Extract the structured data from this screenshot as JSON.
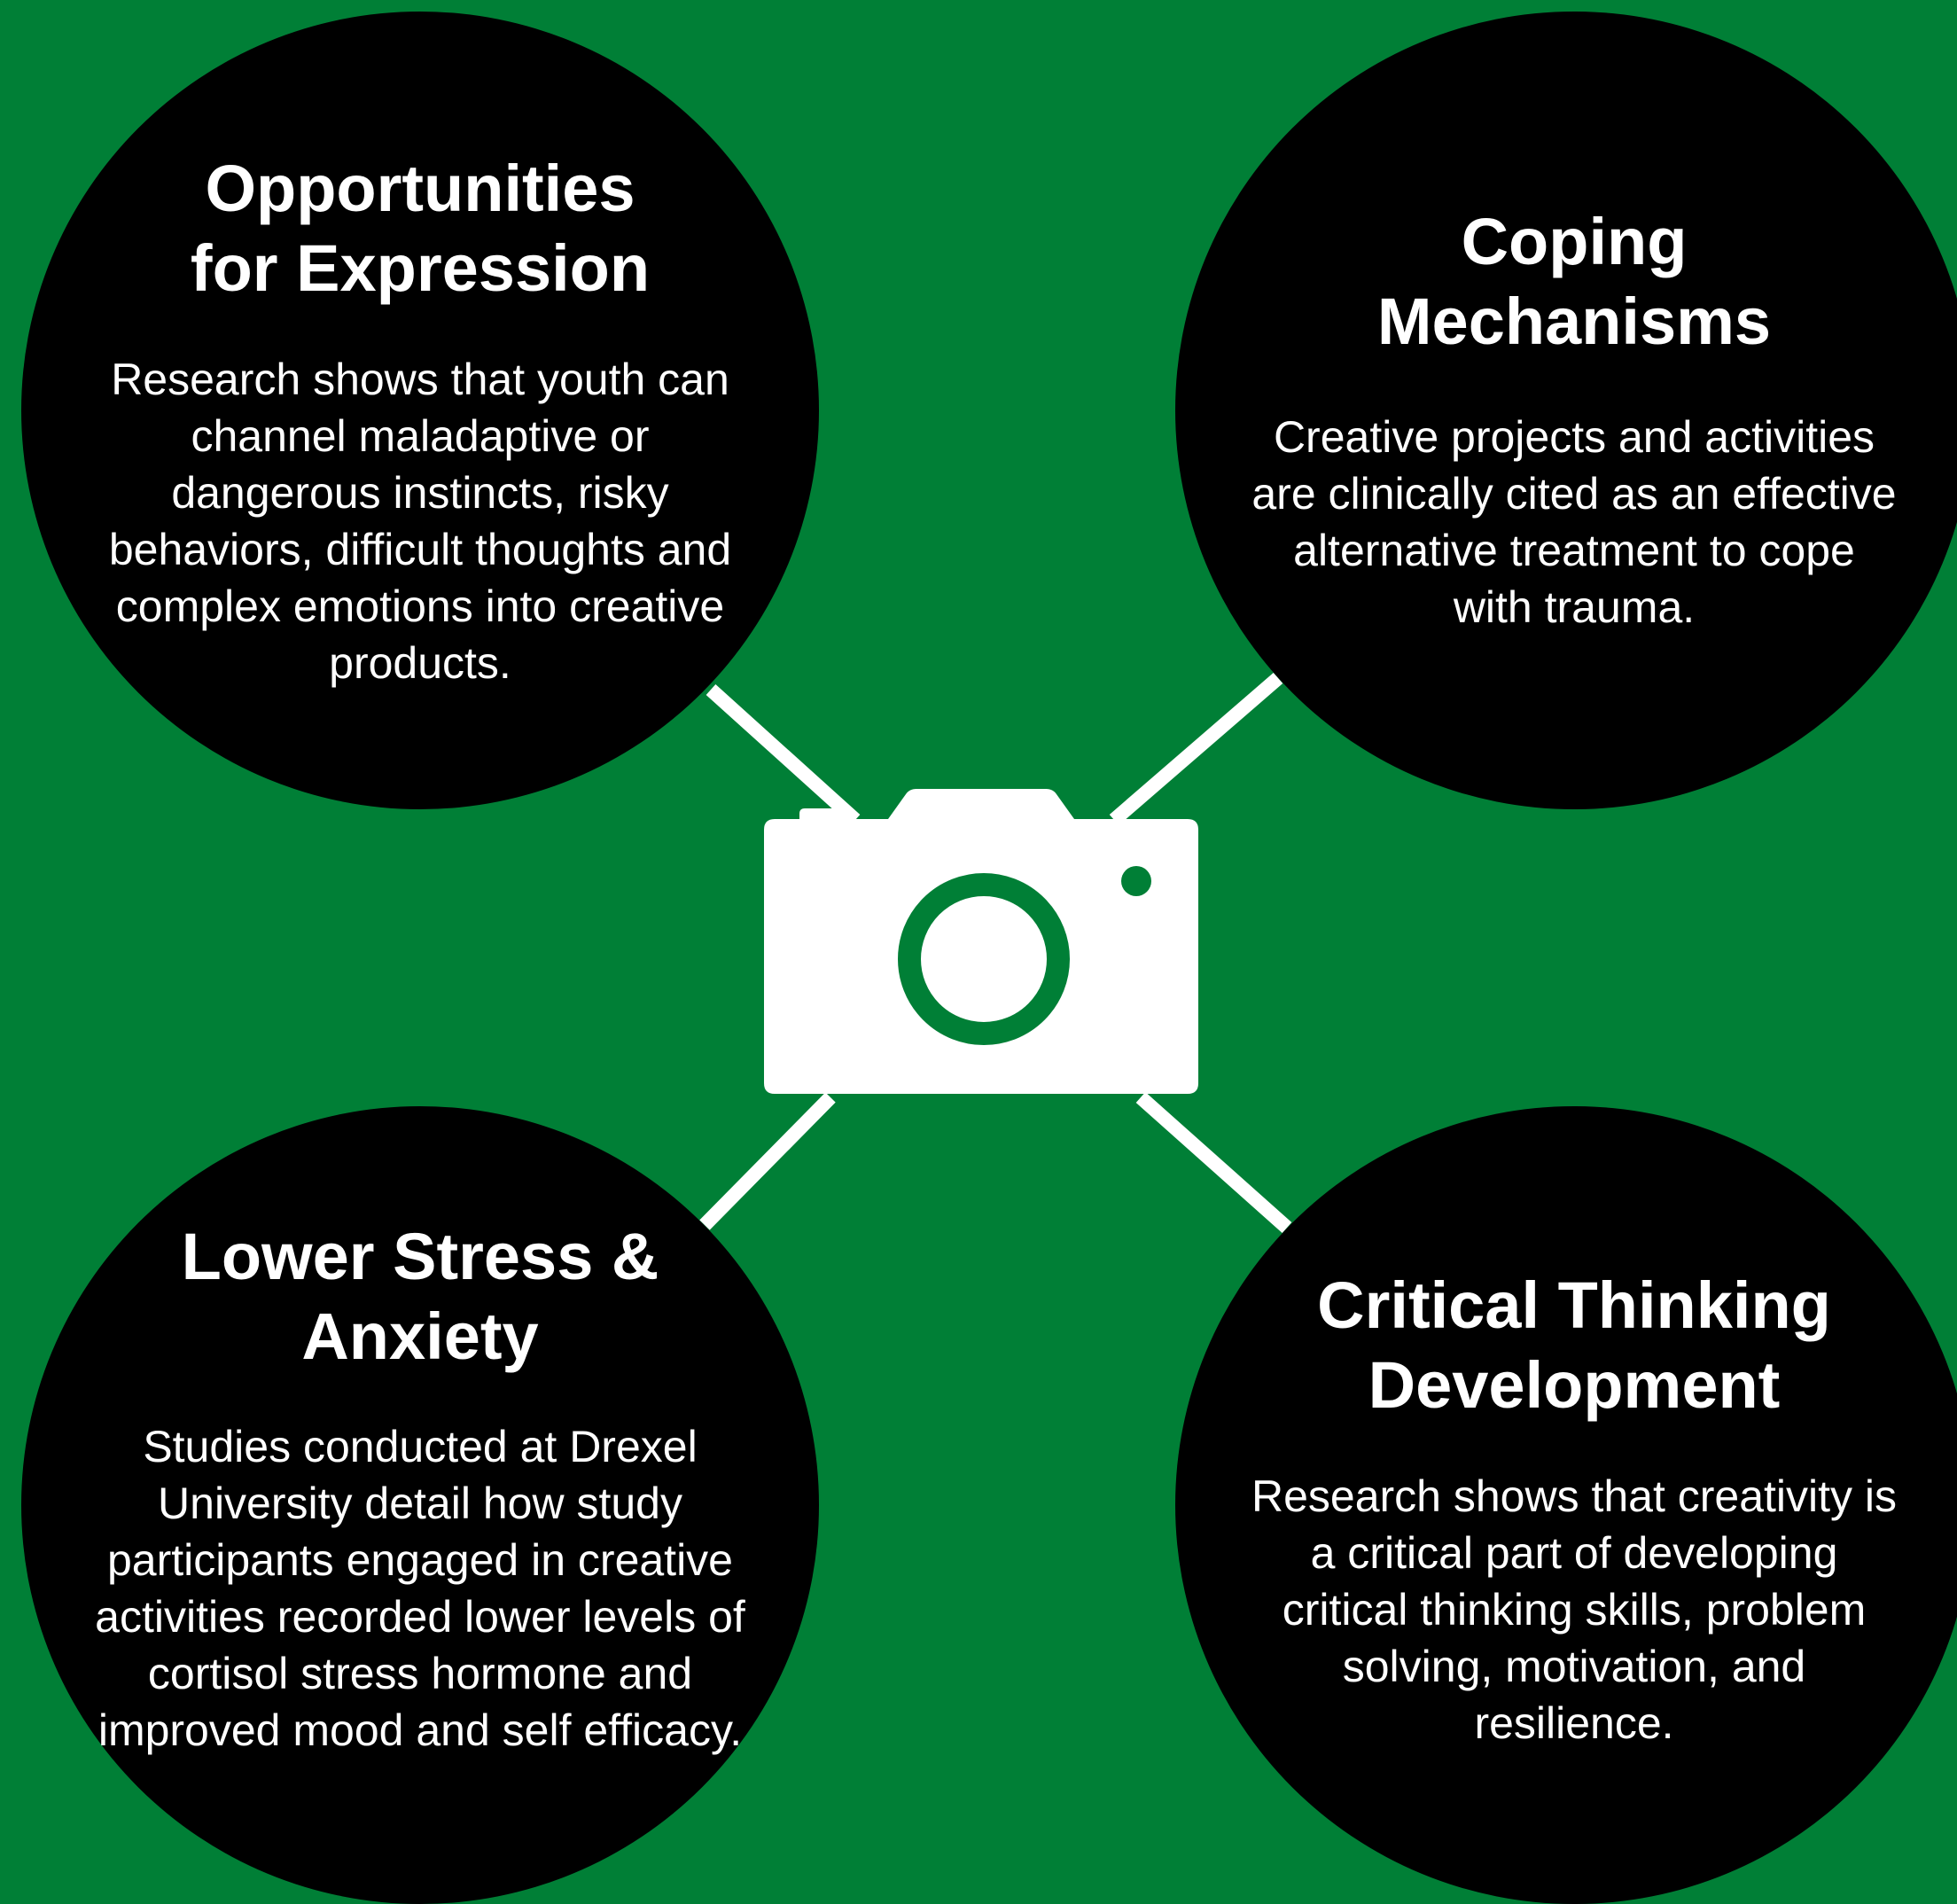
{
  "colors": {
    "background": "#007f36",
    "circle": "#000000",
    "text": "#ffffff",
    "icon": "#ffffff",
    "lens_ring": "#007f36"
  },
  "center_icon": "camera-icon",
  "cards": [
    {
      "title": "Opportunities for Expression",
      "body": "Research shows that youth can channel maladaptive or dangerous instincts, risky behaviors, difficult thoughts and complex emotions into creative products."
    },
    {
      "title": "Coping Mechanisms",
      "body": "Creative projects and activities are clinically cited as an effective alternative treatment to cope with trauma."
    },
    {
      "title": "Lower Stress & Anxiety",
      "body": "Studies conducted at Drexel University detail how study participants engaged in creative activities recorded lower levels of cortisol stress hormone and improved mood and self efficacy."
    },
    {
      "title": "Critical Thinking Development",
      "body": "Research shows that creativity is a critical part of developing critical thinking skills, problem solving, motivation, and resilience."
    }
  ]
}
